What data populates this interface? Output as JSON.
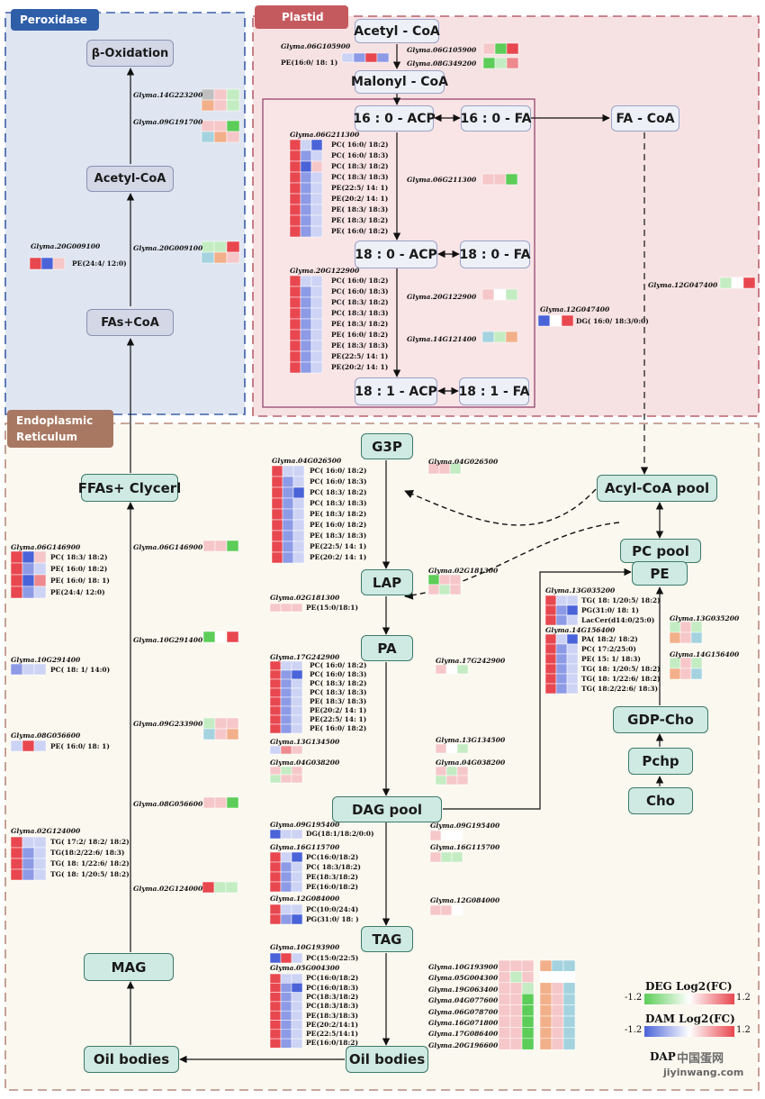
{
  "regions": {
    "peroxidase": "Peroxidase",
    "plastid": "Plastid",
    "er": "Endoplasmic\nReticulum"
  },
  "nodes": {
    "b_oxidation": "β-Oxidation",
    "acetyl_coa_perox": "Acetyl-CoA",
    "fas_coa": "FAs+CoA",
    "acetyl_coa": "Acetyl - CoA",
    "malonyl_coa": "Malonyl - CoA",
    "acp_16": "16 : 0 - ACP",
    "fa_16": "16 : 0 - FA",
    "fa_coa": "FA - CoA",
    "acp_18_0": "18 : 0 - ACP",
    "fa_18_0": "18 : 0 - FA",
    "acp_18_1": "18 : 1 - ACP",
    "fa_18_1": "18 : 1 - FA",
    "g3p": "G3P",
    "lap": "LAP",
    "pa": "PA",
    "dag_pool": "DAG pool",
    "tag": "TAG",
    "oil_bodies_center": "Oil bodies",
    "oil_bodies_left": "Oil bodies",
    "mag": "MAG",
    "ffas": "FFAs+ Clycerl",
    "acyl_coa_pool": "Acyl-CoA pool",
    "pc_pool": "PC pool",
    "pe": "PE",
    "gdp_cho": "GDP-Cho",
    "pchp": "Pchp",
    "cho": "Cho"
  },
  "colors": {
    "red": "#e8474f",
    "red_mid": "#ee8a8e",
    "red_light": "#f6c7c9",
    "blue": "#4a63d8",
    "blue_mid": "#8d9ae6",
    "blue_light": "#cdd3f4",
    "green": "#5ccd58",
    "green_light": "#c4ecc2",
    "grey": "#bfbfbf",
    "orange": "#f2b08a",
    "teal": "#a4d3df"
  },
  "heatmaps": [
    {
      "id": "g06G105900-dam",
      "gene": "Glyma.06G105900",
      "rows": [
        [
          "PE(16:0/ 18: 1)",
          "blue_light",
          "blue_mid",
          "red",
          "blue_mid"
        ]
      ]
    },
    {
      "id": "g06G105900-deg",
      "gene": "Glyma.06G105900",
      "rows": [
        [
          "",
          "red_light",
          "green",
          "red"
        ]
      ]
    },
    {
      "id": "g08G349200-deg",
      "gene": "Glyma.08G349200",
      "rows": [
        [
          "",
          "green",
          "green_light",
          "red_mid"
        ]
      ]
    },
    {
      "id": "g14G223200-deg",
      "gene": "Glyma.14G223200",
      "rows": [
        [
          "",
          "grey",
          "red_light",
          "green_light"
        ],
        [
          "",
          "orange",
          "red_light",
          "green_light"
        ]
      ]
    },
    {
      "id": "g09G191700-deg",
      "gene": "Glyma.09G191700",
      "rows": [
        [
          "",
          "red_light",
          "red_light",
          "green"
        ],
        [
          "",
          "teal",
          "orange",
          "red_light"
        ]
      ]
    },
    {
      "id": "g20G009100-dam",
      "gene": "Glyma.20G009100",
      "rows": [
        [
          "PE(24:4/ 12:0)",
          "red",
          "blue",
          "red_light"
        ]
      ]
    },
    {
      "id": "g20G009100-deg",
      "gene": "Glyma.20G009100",
      "rows": [
        [
          "",
          "green_light",
          "green_light",
          "red"
        ],
        [
          "",
          "teal",
          "orange",
          "red_light"
        ]
      ]
    },
    {
      "id": "g06G211300-dam",
      "gene": "Glyma.06G211300",
      "rows": [
        [
          "PC( 16:0/ 18:2)",
          "red",
          "blue_light",
          "blue"
        ],
        [
          "PC( 16:0/ 18:3)",
          "red",
          "blue_mid",
          "blue_light"
        ],
        [
          "PC( 18:3/ 18:2)",
          "red",
          "blue",
          "red_light"
        ],
        [
          "PC( 18:3/ 18:3)",
          "red",
          "blue_mid",
          "blue_light"
        ],
        [
          "PE(22:5/ 14: 1)",
          "red",
          "blue_mid",
          "blue_light"
        ],
        [
          "PE(20:2/ 14: 1)",
          "red",
          "blue_mid",
          "blue_light"
        ],
        [
          "PE( 18:3/ 18:3)",
          "red",
          "blue_mid",
          "blue_light"
        ],
        [
          "PE( 18:3/ 18:2)",
          "red",
          "blue_mid",
          "blue_light"
        ],
        [
          "PE( 16:0/ 18:2)",
          "red",
          "blue_mid",
          "blue_light"
        ]
      ]
    },
    {
      "id": "g06G211300-deg",
      "gene": "Glyma.06G211300",
      "rows": [
        [
          "",
          "red_light",
          "red_light",
          "green"
        ]
      ]
    },
    {
      "id": "g20G122900-dam",
      "gene": "Glyma.20G122900",
      "rows": [
        [
          "PC( 16:0/ 18:2)",
          "red",
          "blue_light",
          "blue_light"
        ],
        [
          "PC( 16:0/ 18:3)",
          "red",
          "blue_mid",
          "blue_light"
        ],
        [
          "PC( 18:3/ 18:2)",
          "red",
          "blue_mid",
          "blue_light"
        ],
        [
          "PC( 18:3/ 18:3)",
          "red",
          "blue_mid",
          "blue_light"
        ],
        [
          "PE( 18:3/ 18:2)",
          "red",
          "blue_mid",
          "blue_light"
        ],
        [
          "PE( 16:0/ 18:2)",
          "red",
          "blue_mid",
          "blue_light"
        ],
        [
          "PE( 18:3/ 18:3)",
          "red",
          "blue_mid",
          "blue_light"
        ],
        [
          "PE(22:5/ 14: 1)",
          "red",
          "blue_mid",
          "blue_light"
        ],
        [
          "PE(20:2/ 14: 1)",
          "red",
          "blue_mid",
          "blue_light"
        ]
      ]
    },
    {
      "id": "g20G122900-deg",
      "gene": "Glyma.20G122900",
      "rows": [
        [
          "",
          "red_light",
          "white",
          "green_light"
        ]
      ]
    },
    {
      "id": "g14G121400-deg",
      "gene": "Glyma.14G121400",
      "rows": [
        [
          "",
          "teal",
          "green_light",
          "orange"
        ]
      ]
    },
    {
      "id": "g12G047400-dam",
      "gene": "Glyma.12G047400",
      "rows": [
        [
          "DG( 16:0/ 18:3/0:0)",
          "blue",
          "white",
          "red"
        ]
      ]
    },
    {
      "id": "g12G047400-deg",
      "gene": "Glyma.12G047400",
      "rows": [
        [
          "",
          "green_light",
          "white",
          "red"
        ]
      ]
    },
    {
      "id": "g04G026500-dam",
      "gene": "Glyma.04G026500",
      "rows": [
        [
          "PC( 16:0/ 18:2)",
          "red",
          "blue_light",
          "blue_light"
        ],
        [
          "PC( 16:0/ 18:3)",
          "red",
          "blue_mid",
          "blue_light"
        ],
        [
          "PC( 18:3/ 18:2)",
          "red",
          "blue_mid",
          "blue"
        ],
        [
          "PC( 18:3/ 18:3)",
          "red",
          "blue_mid",
          "blue_light"
        ],
        [
          "PE( 18:3/ 18:2)",
          "red",
          "blue_mid",
          "blue_light"
        ],
        [
          "PE( 16:0/ 18:2)",
          "red",
          "blue_mid",
          "blue_light"
        ],
        [
          "PE( 18:3/ 18:3)",
          "red",
          "blue_mid",
          "blue_light"
        ],
        [
          "PE(22:5/ 14: 1)",
          "red",
          "blue_mid",
          "blue_light"
        ],
        [
          "PE(20:2/ 14: 1)",
          "red",
          "blue_mid",
          "blue_light"
        ]
      ]
    },
    {
      "id": "g04G026500-deg",
      "gene": "Glyma.04G026500",
      "rows": [
        [
          "",
          "red_light",
          "red_light",
          "green_light"
        ]
      ]
    },
    {
      "id": "g06G146900-dam",
      "gene": "Glyma.06G146900",
      "rows": [
        [
          "PC( 18:3/ 18:2)",
          "red",
          "blue",
          "red_light"
        ],
        [
          "PE( 16:0/ 18:2)",
          "red",
          "blue_mid",
          "blue_light"
        ],
        [
          "PE( 16:0/ 18: 1)",
          "red",
          "blue",
          "red_mid"
        ],
        [
          "PE(24:4/ 12:0)",
          "red",
          "blue_mid",
          "blue_light"
        ]
      ]
    },
    {
      "id": "g06G146900-deg",
      "gene": "Glyma.06G146900",
      "rows": [
        [
          "",
          "red_light",
          "red_light",
          "green"
        ]
      ]
    },
    {
      "id": "g02G181300-dam",
      "gene": "Glyma.02G181300",
      "rows": [
        [
          "PE(15:0/18:1)",
          "red_light",
          "red_light",
          "red_light"
        ]
      ]
    },
    {
      "id": "g02G181300-deg",
      "gene": "Glyma.02G181300",
      "rows": [
        [
          "",
          "green",
          "red_light",
          "red_light"
        ],
        [
          "",
          "red_light",
          "green_light",
          "red_light"
        ]
      ]
    },
    {
      "id": "g10G291400-dam",
      "gene": "Glyma.10G291400",
      "rows": [
        [
          "PC( 18: 1/ 14:0)",
          "blue_mid",
          "blue_light",
          "blue_light"
        ]
      ]
    },
    {
      "id": "g10G291400-deg",
      "gene": "Glyma.10G291400",
      "rows": [
        [
          "",
          "green",
          "white",
          "red"
        ]
      ]
    },
    {
      "id": "g17G242900-dam",
      "gene": "Glyma.17G242900",
      "rows": [
        [
          "PC( 16:0/ 18:2)",
          "red",
          "blue_light",
          "blue_light"
        ],
        [
          "PC( 16:0/ 18:3)",
          "red",
          "blue_mid",
          "blue"
        ],
        [
          "PC( 18:3/ 18:2)",
          "red",
          "blue_mid",
          "blue_light"
        ],
        [
          "PC( 18:3/ 18:3)",
          "red",
          "blue_mid",
          "blue_light"
        ],
        [
          "PE( 18:3/ 18:3)",
          "red",
          "blue_mid",
          "blue_light"
        ],
        [
          "PE(20:2/ 14: 1)",
          "red",
          "blue_mid",
          "blue_light"
        ],
        [
          "PE(22:5/ 14: 1)",
          "red",
          "blue_mid",
          "blue_light"
        ],
        [
          "PE( 16:0/ 18:2)",
          "red",
          "blue_mid",
          "blue_light"
        ]
      ]
    },
    {
      "id": "g17G242900-deg",
      "gene": "Glyma.17G242900",
      "rows": [
        [
          "",
          "red_light",
          "white",
          "green_light"
        ]
      ]
    },
    {
      "id": "g08G056600-dam",
      "gene": "Glyma.08G056600",
      "rows": [
        [
          "PE( 16:0/ 18: 1)",
          "blue_light",
          "red",
          "blue_light"
        ]
      ]
    },
    {
      "id": "g09G233900-deg",
      "gene": "Glyma.09G233900",
      "rows": [
        [
          "",
          "green_light",
          "red_light",
          "red_light"
        ],
        [
          "",
          "teal",
          "red_light",
          "orange"
        ]
      ]
    },
    {
      "id": "g13G134500-dam",
      "gene": "Glyma.13G134500",
      "rows": [
        [
          "",
          "blue_light",
          "red_mid",
          "red_light"
        ]
      ]
    },
    {
      "id": "g13G134500-deg",
      "gene": "Glyma.13G134500",
      "rows": [
        [
          "",
          "red_light",
          "white",
          "green_light"
        ]
      ]
    },
    {
      "id": "g04G038200-dam",
      "gene": "Glyma.04G038200",
      "rows": [
        [
          "",
          "red_light",
          "green_light",
          "red_light"
        ],
        [
          "",
          "green_light",
          "red_light",
          "red_light"
        ]
      ]
    },
    {
      "id": "g04G038200-deg",
      "gene": "Glyma.04G038200",
      "rows": [
        [
          "",
          "red_light",
          "green_light",
          "red_light"
        ],
        [
          "",
          "green_light",
          "red_light",
          "red_light"
        ]
      ]
    },
    {
      "id": "g08G056600-deg",
      "gene": "Glyma.08G056600",
      "rows": [
        [
          "",
          "red_light",
          "red_light",
          "green"
        ]
      ]
    },
    {
      "id": "g02G124000-dam",
      "gene": "Glyma.02G124000",
      "rows": [
        [
          "TG( 17:2/ 18:2/ 18:2)",
          "red",
          "blue_light",
          "blue_light"
        ],
        [
          "TG(18:2/22:6/ 18:3)",
          "red",
          "blue_mid",
          "blue_light"
        ],
        [
          "TG( 18: 1/22:6/ 18:2)",
          "red",
          "blue_mid",
          "blue_light"
        ],
        [
          "TG( 18: 1/20:5/ 18:2)",
          "red",
          "blue_mid",
          "blue_light"
        ]
      ]
    },
    {
      "id": "g02G124000-deg",
      "gene": "Glyma.02G124000",
      "rows": [
        [
          "",
          "red",
          "green_light",
          "green_light"
        ]
      ]
    },
    {
      "id": "g13G035200-dam",
      "gene": "Glyma.13G035200",
      "rows": [
        [
          "TG( 18: 1/20:5/ 18:2)",
          "red",
          "blue_light",
          "blue_light"
        ],
        [
          "PG(31:0/ 18: 1)",
          "red",
          "blue_mid",
          "blue"
        ],
        [
          "LacCer(d14:0/25:0)",
          "red",
          "blue_mid",
          "blue_light"
        ]
      ]
    },
    {
      "id": "g13G035200-deg",
      "gene": "Glyma.13G035200",
      "rows": [
        [
          "",
          "green_light",
          "red_light",
          "green_light"
        ],
        [
          "",
          "orange",
          "red_light",
          "teal"
        ]
      ]
    },
    {
      "id": "g14G156400-dam",
      "gene": "Glyma.14G156400",
      "rows": [
        [
          "PA( 18:2/ 18:2)",
          "red",
          "blue_light",
          "blue"
        ],
        [
          "PC( 17:2/25:0)",
          "red",
          "blue_mid",
          "blue_light"
        ],
        [
          "PE( 15: 1/ 18:3)",
          "red",
          "blue_mid",
          "blue_light"
        ],
        [
          "TG( 18: 1/20:5/ 18:2)",
          "red",
          "blue_mid",
          "blue_light"
        ],
        [
          "TG( 18: 1/22:6/ 18:2)",
          "red",
          "blue_mid",
          "blue_light"
        ],
        [
          "TG( 18:2/22:6/ 18:3)",
          "red",
          "blue_mid",
          "blue_light"
        ]
      ]
    },
    {
      "id": "g14G156400-deg",
      "gene": "Glyma.14G156400",
      "rows": [
        [
          "",
          "green_light",
          "red_light",
          "green_light"
        ],
        [
          "",
          "orange",
          "red_light",
          "teal"
        ]
      ]
    },
    {
      "id": "g09G195400-dam",
      "gene": "Glyma.09G195400",
      "rows": [
        [
          "DG(18:1/18:2/0:0)",
          "blue",
          "blue_light",
          "blue_light"
        ]
      ]
    },
    {
      "id": "g09G195400-deg",
      "gene": "Glyma.09G195400",
      "rows": [
        [
          "",
          "red_light",
          "white",
          "white"
        ]
      ]
    },
    {
      "id": "g16G115700-dam",
      "gene": "Glyma.16G115700",
      "rows": [
        [
          "PC(16:0/18:2)",
          "red",
          "blue_light",
          "blue"
        ],
        [
          "PC( 18:3/18:2)",
          "red",
          "blue_mid",
          "blue_light"
        ],
        [
          "PE(18:3/18:2)",
          "red",
          "blue_mid",
          "blue_light"
        ],
        [
          "PE(16:0/18:2)",
          "red",
          "blue_mid",
          "blue_light"
        ]
      ]
    },
    {
      "id": "g16G115700-deg",
      "gene": "Glyma.16G115700",
      "rows": [
        [
          "",
          "red_light",
          "green_light",
          "green_light"
        ]
      ]
    },
    {
      "id": "g12G084000-dam",
      "gene": "Glyma.12G084000",
      "rows": [
        [
          "PC(10:0/24:4)",
          "red",
          "blue_light",
          "blue_light"
        ],
        [
          "PG(31:0/ 18: )",
          "red",
          "blue_mid",
          "blue"
        ]
      ]
    },
    {
      "id": "g12G084000-deg",
      "gene": "Glyma.12G084000",
      "rows": [
        [
          "",
          "red_light",
          "red_light",
          "white"
        ]
      ]
    },
    {
      "id": "g10G193900-dam",
      "gene": "Glyma.10G193900",
      "rows": [
        [
          "PC(15:0/22:5)",
          "blue",
          "red",
          "blue_light"
        ]
      ]
    },
    {
      "id": "g05G004300-dam",
      "gene": "Glyma.05G004300",
      "rows": [
        [
          "PC(16:0/18:2)",
          "red",
          "blue_light",
          "blue_light"
        ],
        [
          "PC(16:0/18:3)",
          "red",
          "blue_mid",
          "blue"
        ],
        [
          "PC(18:3/18:2)",
          "red",
          "blue_mid",
          "blue_light"
        ],
        [
          "PC(18:3/18:3)",
          "red",
          "blue_mid",
          "blue_light"
        ],
        [
          "PE(18:3/18:3)",
          "red",
          "blue_mid",
          "blue_light"
        ],
        [
          "PE(20:2/14:1)",
          "red",
          "blue_mid",
          "blue_light"
        ],
        [
          "PE(22:5/14:1)",
          "red",
          "blue_mid",
          "blue_light"
        ],
        [
          "PE(16:0/18:2)",
          "red",
          "blue_mid",
          "blue_light"
        ]
      ]
    }
  ],
  "deg_block": {
    "genes": [
      "Glyma.10G193900",
      "Glyma.05G004300",
      "Glyma.19G063400",
      "Glyma.04G077600",
      "Glyma.06G078700",
      "Glyma.16G071800",
      "Glyma.17G086400",
      "Glyma.20G196600"
    ],
    "left_cells": [
      [
        "red_light",
        "red_light",
        "red_light"
      ],
      [
        "red_light",
        "green_light",
        "red_light"
      ],
      [
        "red_light",
        "red_light",
        "green_light"
      ],
      [
        "red_light",
        "red_light",
        "green"
      ],
      [
        "red_light",
        "red_light",
        "green"
      ],
      [
        "red_light",
        "red_light",
        "green"
      ],
      [
        "red_light",
        "red_light",
        "green"
      ],
      [
        "red_light",
        "red_light",
        "green"
      ]
    ],
    "right_cells": [
      [
        "orange",
        "teal",
        "teal"
      ],
      [
        "white",
        "white",
        "white"
      ],
      [
        "orange",
        "red_light",
        "teal"
      ],
      [
        "orange",
        "red_light",
        "teal"
      ],
      [
        "orange",
        "red_light",
        "teal"
      ],
      [
        "orange",
        "red_light",
        "teal"
      ],
      [
        "orange",
        "red_light",
        "teal"
      ],
      [
        "orange",
        "red_light",
        "teal"
      ]
    ]
  },
  "legend": {
    "deg_title": "DEG Log2(FC)",
    "dam_title": "DAM Log2(FC)",
    "min": "-1.2",
    "max": "1.2",
    "dap_title": "DAP",
    "watermark": "中国蛋网",
    "url": "jiyinwang.com"
  }
}
